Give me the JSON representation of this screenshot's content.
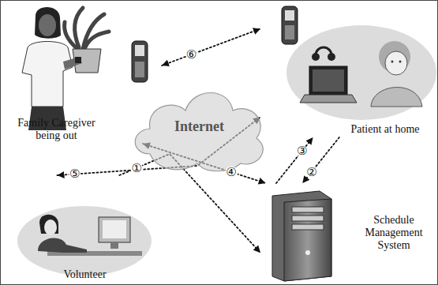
{
  "diagram": {
    "nodes": [
      {
        "text": [
          "Family Caregiver being out"
        ]
      },
      {
        "text": [
          "Patient at home"
        ]
      },
      {
        "text": [
          "Internet"
        ]
      },
      {
        "text": [
          "Volunteer"
        ]
      },
      {
        "text": [
          "Schedule Management System"
        ]
      }
    ],
    "edges": [
      {
        "from": 3,
        "to": 4,
        "label": "①",
        "arrow": "to"
      },
      {
        "from": 1,
        "to": 4,
        "label": "②",
        "arrow": "to"
      },
      {
        "from": 4,
        "to": 1,
        "label": "③",
        "arrow": "to"
      },
      {
        "from": 0,
        "to": 4,
        "label": "④",
        "arrow": "both"
      },
      {
        "from": 3,
        "to": 1,
        "label": "⑤",
        "arrow": "both"
      },
      {
        "from": 0,
        "to": 1,
        "label": "⑥",
        "arrow": "both"
      }
    ]
  }
}
